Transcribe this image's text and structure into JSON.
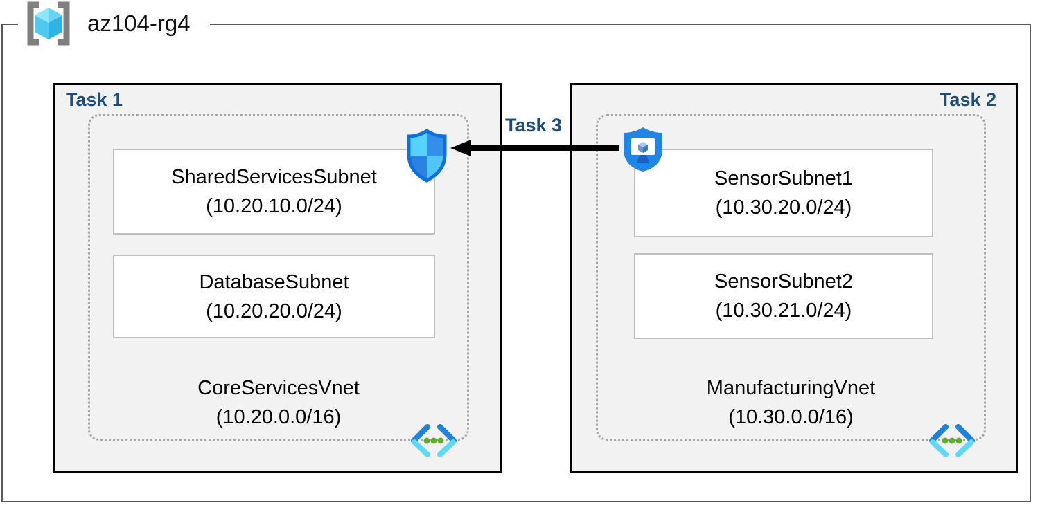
{
  "title": {
    "resource_group": "az104-rg4"
  },
  "tasks": {
    "task1": "Task 1",
    "task2": "Task 2",
    "task3": "Task 3"
  },
  "vnet1": {
    "name": "CoreServicesVnet",
    "cidr": "(10.20.0.0/16)",
    "subnets": [
      {
        "name": "SharedServicesSubnet",
        "cidr": "(10.20.10.0/24)"
      },
      {
        "name": "DatabaseSubnet",
        "cidr": "(10.20.20.0/24)"
      }
    ]
  },
  "vnet2": {
    "name": "ManufacturingVnet",
    "cidr": "(10.30.0.0/16)",
    "subnets": [
      {
        "name": "SensorSubnet1",
        "cidr": "(10.30.20.0/24)"
      },
      {
        "name": "SensorSubnet2",
        "cidr": "(10.30.21.0/24)"
      }
    ]
  },
  "icons": {
    "resource_group": "azure-resource-group-cube-icon",
    "nsg": "network-security-group-shield-icon",
    "defender": "defender-shield-monitor-icon",
    "vnet": "virtual-network-chevrons-icon",
    "arrow": "task3-left-arrow"
  },
  "colors": {
    "task_label": "#1F4E79",
    "task_box_background": "#F2F2F2",
    "task_box_border": "#000000",
    "dotted_border": "#A6A6A6",
    "subnet_border": "#BFBFBF",
    "outer_frame": "#595959",
    "arrow": "#000000",
    "shield_border_blue": "#0E6FE0",
    "shield_quadrant_blue": "#338FE8",
    "shield_quadrant_cyan": "#55D4FB",
    "defender_shield_blue": "#1E86E6",
    "vnet_chevron_blue": "#1D83DB",
    "vnet_chevron_cyan": "#5FD9F9",
    "vnet_dot_green": "#62AE2C",
    "cube_cyan": "#4FC9EF"
  }
}
